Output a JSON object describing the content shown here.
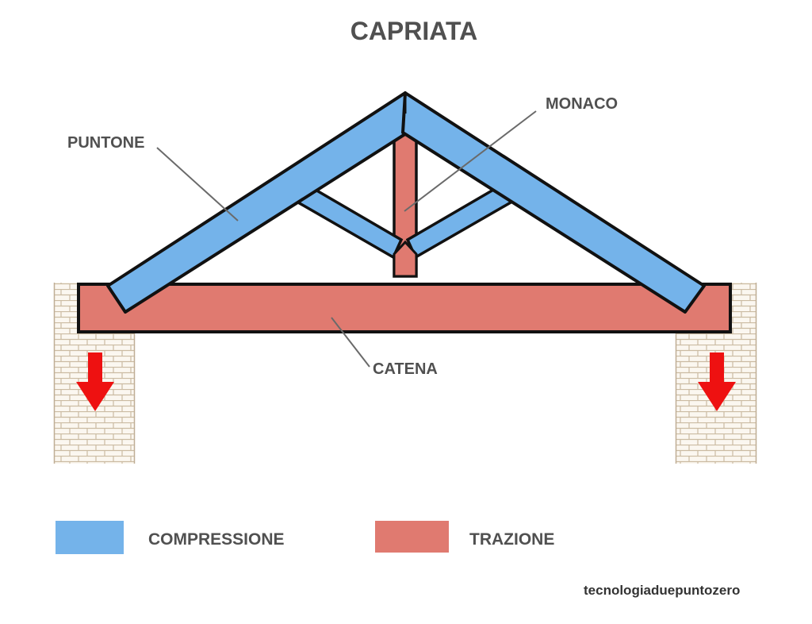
{
  "title": "CAPRIATA",
  "labels": {
    "puntone": "PUNTONE",
    "monaco": "MONACO",
    "catena": "CATENA"
  },
  "legend": {
    "compression": {
      "label": "COMPRESSIONE",
      "color": "#74b3ea"
    },
    "tension": {
      "label": "TRAZIONE",
      "color": "#e07a70"
    }
  },
  "credit": "tecnologiaduepuntozero",
  "colors": {
    "compression_member": "#74b3ea",
    "tension_member": "#e07a70",
    "outline": "#111111",
    "load_arrow": "#ee1111",
    "brick_line": "#c8b8a0",
    "text": "#505050"
  }
}
